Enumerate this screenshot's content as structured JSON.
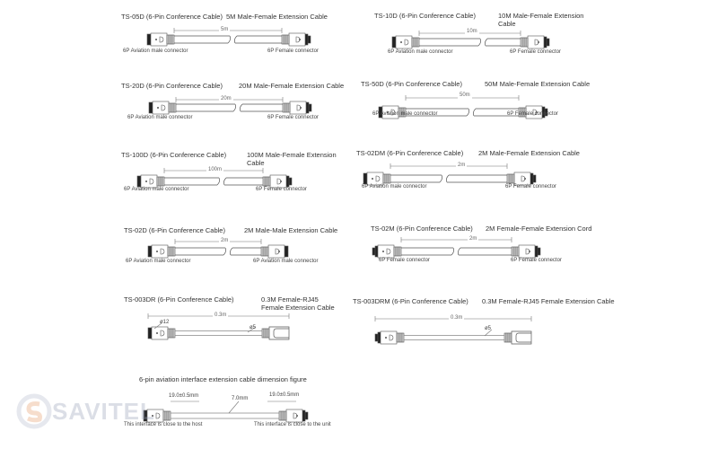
{
  "panels": [
    {
      "model": "TS-05D (6-Pin Conference Cable)",
      "desc": "5M Male-Female Extension Cable",
      "length": "5m",
      "left_label": "6P Aviation male connector",
      "right_label": "6P Female connector",
      "left": "male",
      "right": "female"
    },
    {
      "model": "TS-10D (6-Pin Conference Cable)",
      "desc": "10M Male-Female Extension",
      "desc2": "Cable",
      "length": "10m",
      "left_label": "6P Aviation male connector",
      "right_label": "6P Female connector",
      "left": "male",
      "right": "female"
    },
    {
      "model": "TS-20D (6-Pin Conference Cable)",
      "desc": "20M Male-Female Extension Cable",
      "length": "20m",
      "left_label": "6P Aviation male connector",
      "right_label": "6P Female connector",
      "left": "male",
      "right": "female"
    },
    {
      "model": "TS-50D (6-Pin Conference Cable)",
      "desc": "50M Male-Female Extension Cable",
      "length": "50m",
      "left_label": "6P Aviation male connector",
      "right_label": "6P Female connector",
      "left": "male",
      "right": "female"
    },
    {
      "model": "TS-100D (6-Pin Conference Cable)",
      "desc": "100M Male-Female Extension",
      "desc2": "Cable",
      "length": "100m",
      "left_label": "6P Aviation male connector",
      "right_label": "6P Female connector",
      "left": "male",
      "right": "female"
    },
    {
      "model": "TS-02DM (6-Pin Conference Cable)",
      "desc": "2M Male-Female Extension Cable",
      "length": "2m",
      "left_label": "6P Aviation male connector",
      "right_label": "6P Female connector",
      "left": "male",
      "right": "female"
    },
    {
      "model": "TS-02D (6-Pin Conference Cable)",
      "desc": "2M Male-Male Extension Cable",
      "length": "2m",
      "left_label": "6P Aviation male connector",
      "right_label": "6P Aviation male connector",
      "left": "male",
      "right": "male"
    },
    {
      "model": "TS-02M (6-Pin Conference Cable)",
      "desc": "2M Female-Female Extension Cord",
      "length": "2m",
      "left_label": "6P Female connector",
      "right_label": "6P Female connector",
      "left": "female",
      "right": "female"
    },
    {
      "model": "TS-003DR (6-Pin Conference Cable)",
      "desc": "0.3M Female-RJ45",
      "desc2": "Female Extension Cable",
      "length": "0.3m",
      "note_left": "ø12",
      "note_right": "ø5",
      "left": "male",
      "right": "rj45"
    },
    {
      "model": "TS-003DRM (6-Pin Conference Cable)",
      "desc": "0.3M Female-RJ45 Female Extension Cable",
      "length": "0.3m",
      "note_right": "ø5",
      "left": "female",
      "right": "rj45"
    }
  ],
  "dimension_figure": {
    "title": "6-pin aviation interface extension cable dimension figure",
    "left_dim": "19.0±0.5mm",
    "cable_dim": "7.0mm",
    "right_dim": "19.0±0.5mm",
    "left_label": "This interface is close to the host",
    "right_label": "This interface is close to the unit"
  },
  "watermark": {
    "brand": "SAVITEL",
    "color": "#9aa3b8",
    "accent": "#e8a070"
  },
  "colors": {
    "line": "#555555",
    "cap": "#222222"
  }
}
